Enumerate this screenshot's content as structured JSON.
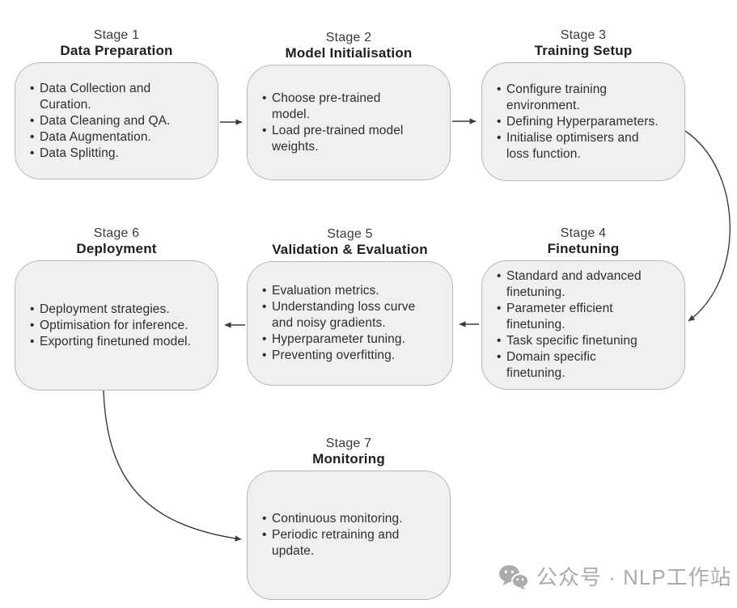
{
  "colors": {
    "background": "#ffffff",
    "box_fill": "#eef0f2",
    "box_border": "#b6b8ba",
    "heading_text": "#1f1f1f",
    "body_text": "#2d2d2f",
    "arrow": "#3b3b3b",
    "watermark": "#ababab"
  },
  "ui": {
    "bullet_char": "•"
  },
  "stages": [
    {
      "number": "Stage 1",
      "title": "Data Preparation",
      "bullets": [
        "Data Collection and\nCuration.",
        "Data Cleaning and QA.",
        "Data Augmentation.",
        "Data Splitting."
      ]
    },
    {
      "number": "Stage 2",
      "title": "Model Initialisation",
      "bullets": [
        "Choose pre-trained\nmodel.",
        "Load pre-trained model\nweights."
      ]
    },
    {
      "number": "Stage 3",
      "title": "Training Setup",
      "bullets": [
        "Configure training\nenvironment.",
        "Defining Hyperparameters.",
        "Initialise optimisers and\nloss function."
      ]
    },
    {
      "number": "Stage 4",
      "title": "Finetuning",
      "bullets": [
        "Standard and advanced\nfinetuning.",
        "Parameter efficient\nfinetuning.",
        "Task specific finetuning",
        "Domain specific\nfinetuning."
      ]
    },
    {
      "number": "Stage 5",
      "title": "Validation & Evaluation",
      "bullets": [
        "Evaluation metrics.",
        "Understanding loss curve\nand noisy gradients.",
        "Hyperparameter tuning.",
        "Preventing overfitting."
      ]
    },
    {
      "number": "Stage 6",
      "title": "Deployment",
      "bullets": [
        "Deployment strategies.",
        "Optimisation for inference.",
        "Exporting finetuned model."
      ]
    },
    {
      "number": "Stage 7",
      "title": "Monitoring",
      "bullets": [
        "Continuous monitoring.",
        "Periodic retraining and\nupdate."
      ]
    }
  ],
  "watermark": {
    "text": "公众号 · NLP工作站"
  }
}
